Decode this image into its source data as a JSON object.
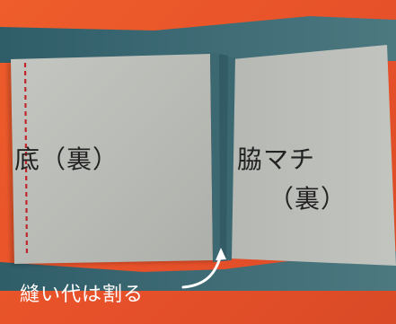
{
  "image": {
    "label_bottom_panel": "底（裏）",
    "label_side_panel_line1": "脇マチ",
    "label_side_panel_line2": "（裏）",
    "label_seam_allowance": "縫い代は割る",
    "colors": {
      "background": "#e8552a",
      "fabric": "#b9bbb6",
      "lining": "#3f6a73",
      "stitch_line": "#c0272d",
      "arrow": "#ffffff"
    }
  }
}
